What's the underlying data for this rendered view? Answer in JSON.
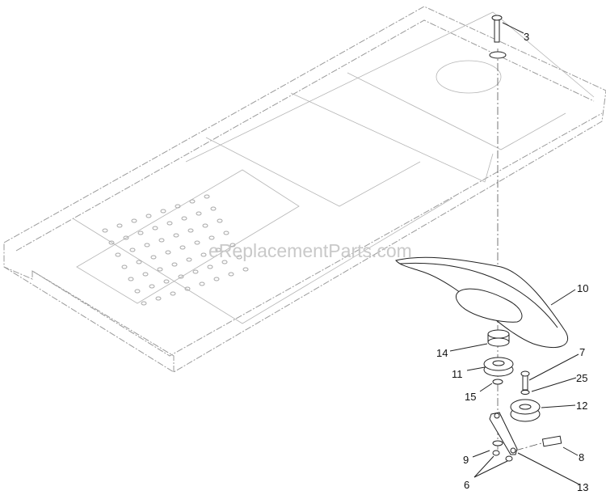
{
  "watermark": "eReplacementParts.com",
  "callouts": [
    {
      "id": "3",
      "text": "3"
    },
    {
      "id": "10",
      "text": "10"
    },
    {
      "id": "14",
      "text": "14"
    },
    {
      "id": "11",
      "text": "11"
    },
    {
      "id": "15",
      "text": "15"
    },
    {
      "id": "7",
      "text": "7"
    },
    {
      "id": "25",
      "text": "25"
    },
    {
      "id": "12",
      "text": "12"
    },
    {
      "id": "9",
      "text": "9"
    },
    {
      "id": "8",
      "text": "8"
    },
    {
      "id": "6",
      "text": "6"
    },
    {
      "id": "13",
      "text": "13"
    }
  ]
}
